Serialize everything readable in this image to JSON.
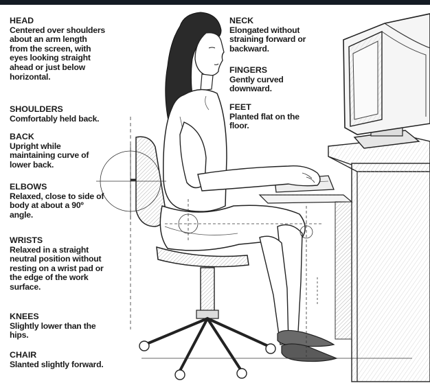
{
  "colors": {
    "ink": "#1a1a1a",
    "top_bar": "#141b24",
    "paper": "#ffffff"
  },
  "labels": {
    "head": {
      "title": "HEAD",
      "text": "Centered over shoulders\nabout an arm length\nfrom the screen, with\neyes looking straight\nahead or just below\nhorizontal."
    },
    "shoulders": {
      "title": "SHOULDERS",
      "text": "Comfortably held back."
    },
    "back": {
      "title": "BACK",
      "text": "Upright while\nmaintaining curve of\nlower back."
    },
    "elbows": {
      "title": "ELBOWS",
      "text": "Relaxed, close to side of\nbody at about a 90º\nangle."
    },
    "wrists": {
      "title": "WRISTS",
      "text": "Relaxed in a straight\nneutral position without\nresting on a wrist pad or\nthe edge of the work\nsurface."
    },
    "knees": {
      "title": "KNEES",
      "text": "Slightly lower than the\nhips."
    },
    "chair": {
      "title": "CHAIR",
      "text": "Slanted slightly forward."
    },
    "neck": {
      "title": "NECK",
      "text": "Elongated without\nstraining forward or\nbackward."
    },
    "fingers": {
      "title": "FINGERS",
      "text": "Gently curved\ndownward."
    },
    "feet": {
      "title": "FEET",
      "text": "Planted flat on the\nfloor."
    }
  }
}
